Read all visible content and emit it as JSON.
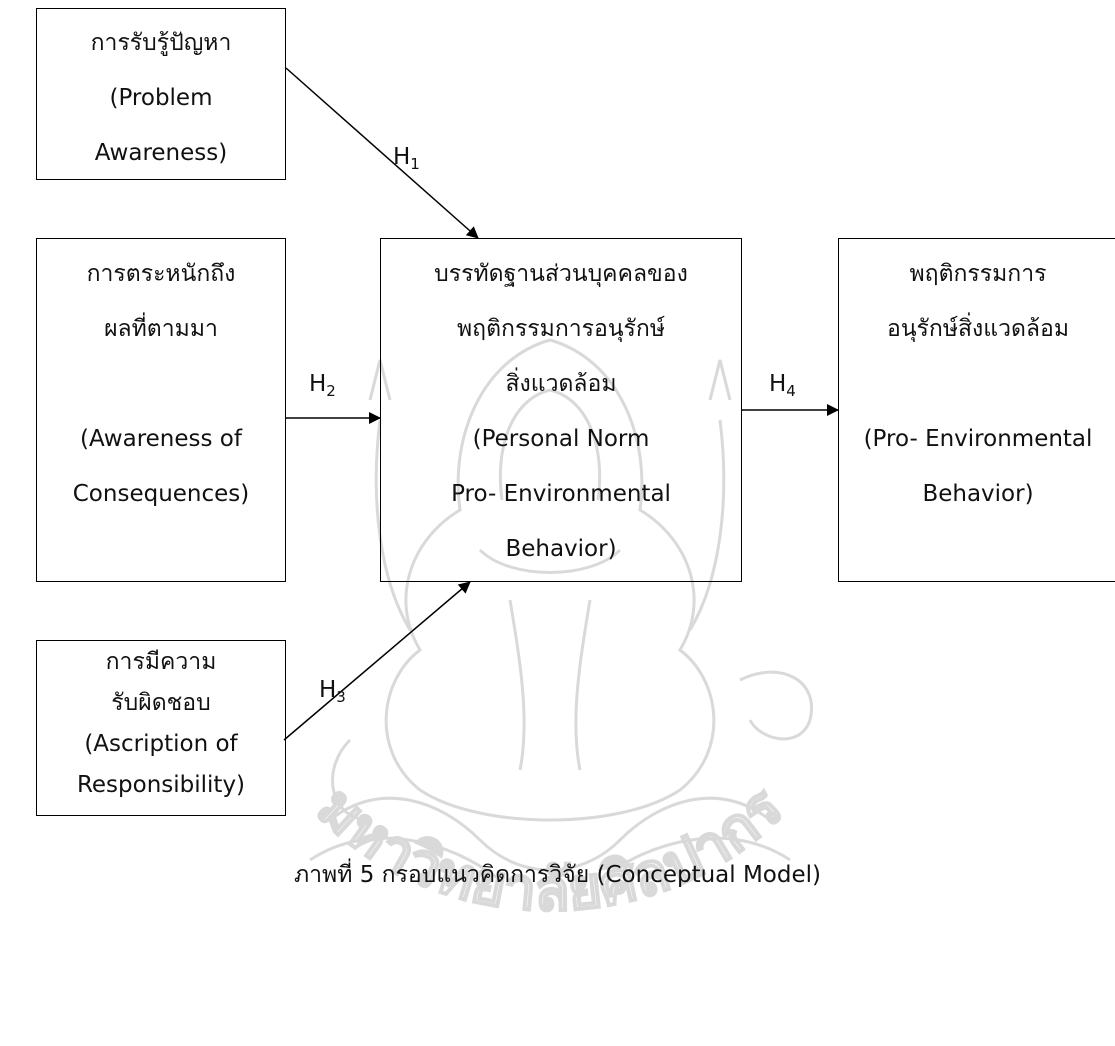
{
  "boxes": {
    "problem_awareness": [
      "การรับรู้ปัญหา",
      "(Problem",
      "Awareness)"
    ],
    "awareness_of_consequences": [
      "การตระหนักถึง",
      "ผลที่ตามมา",
      "",
      "(Awareness of",
      "Consequences)"
    ],
    "personal_norm": [
      "บรรทัดฐานส่วนบุคคลของ",
      "พฤติกรรมการอนุรักษ์",
      "สิ่งแวดล้อม",
      "(Personal Norm",
      "Pro- Environmental",
      "Behavior)"
    ],
    "pro_environmental_behavior": [
      "พฤติกรรมการ",
      "อนุรักษ์สิ่งแวดล้อม",
      "",
      "(Pro- Environmental",
      "Behavior)"
    ],
    "ascription_of_responsibility": [
      "การมีความ",
      "รับผิดชอบ",
      "(Ascription of",
      "Responsibility)"
    ]
  },
  "hypotheses": {
    "h1": {
      "letter": "H",
      "index": "1"
    },
    "h2": {
      "letter": "H",
      "index": "2"
    },
    "h3": {
      "letter": "H",
      "index": "3"
    },
    "h4": {
      "letter": "H",
      "index": "4"
    }
  },
  "caption": "ภาพที่ 5 กรอบแนวคิดการวิจัย (Conceptual Model)",
  "watermark": {
    "arc_text": "มหาวิทยาลัยศิลปากร"
  },
  "colors": {
    "line": "#000000",
    "watermark": "#555555"
  }
}
